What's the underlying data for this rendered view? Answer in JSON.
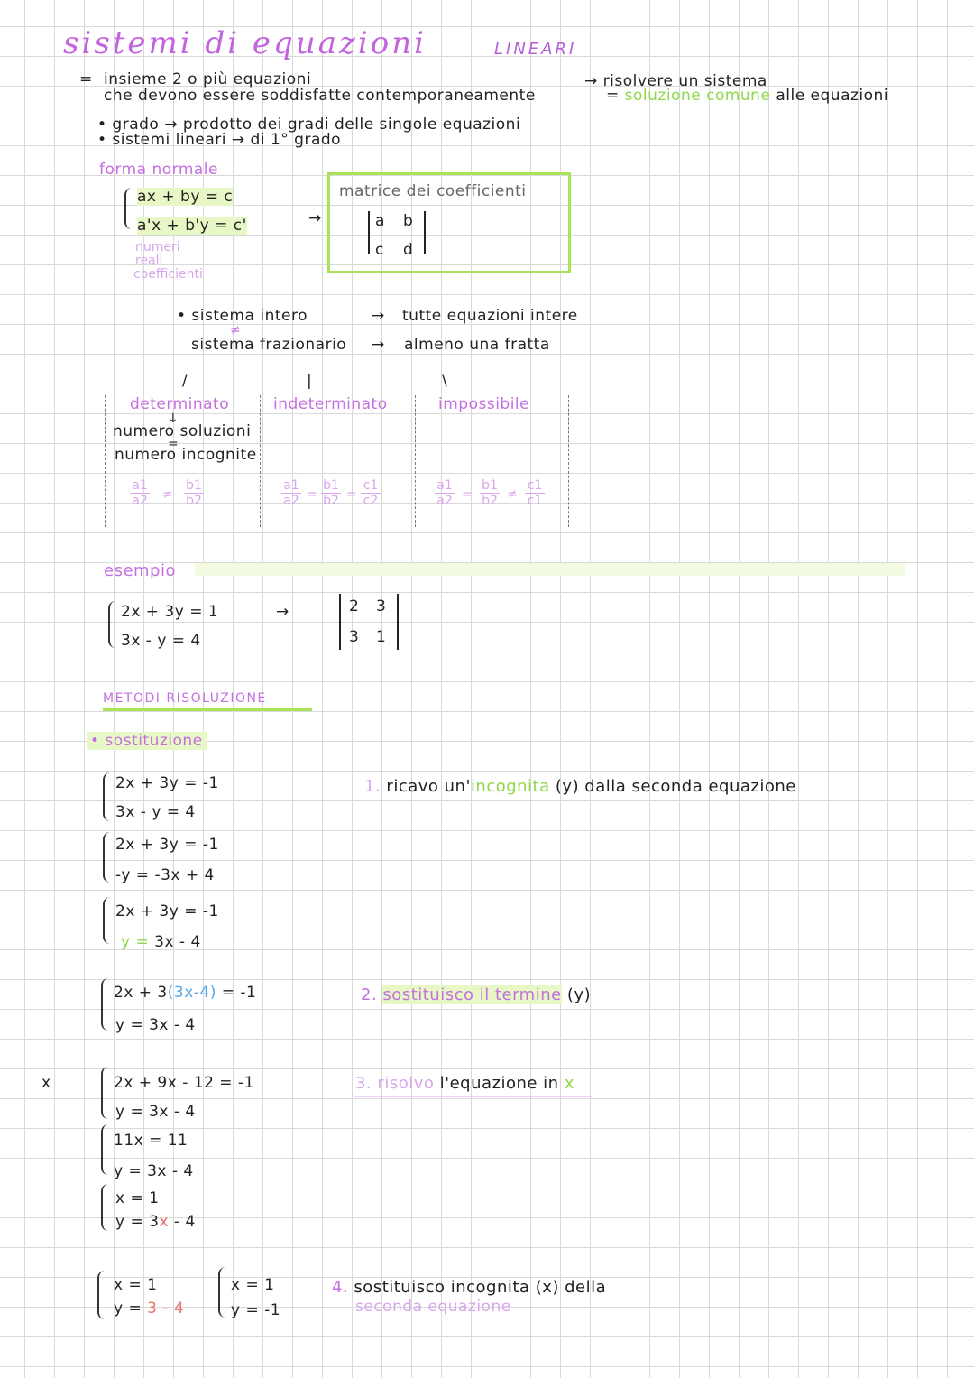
{
  "title": "sistemi di equazioni",
  "title_sub": "LINEARI",
  "intro": {
    "bullet": "=",
    "line1": "insieme 2 o più equazioni",
    "line2": "che devono essere soddisfatte contemporaneamente",
    "right1": "→ risolvere un sistema",
    "right2_pre": "=",
    "right2_green": "soluzione comune",
    "right2_post": "alle equazioni"
  },
  "grado": {
    "line1": "• grado → prodotto dei gradi delle singole equazioni",
    "line2": "• sistemi lineari → di 1° grado"
  },
  "forma_normale": {
    "label": "forma normale",
    "eq1": "ax + by = c",
    "eq2": "a'x + b'y = c'",
    "note1": "numeri",
    "note2": "reali",
    "note3": "coefficienti",
    "arrow": "→",
    "matrix_title": "matrice dei coefficienti",
    "matrix": [
      "a",
      "b",
      "c",
      "d"
    ]
  },
  "tipi": {
    "intero": "• sistema intero",
    "intero_desc": "tutte equazioni intere",
    "neq": "≠",
    "fraz": "sistema frazionario",
    "fraz_desc": "almeno una fratta",
    "arrow": "→",
    "branch_left": "/",
    "branch_mid": "|",
    "branch_right": "\\"
  },
  "classi": {
    "det": "determinato",
    "det_down": "↓",
    "det_l1": "numero soluzioni",
    "det_eq": "=",
    "det_l2": "numero incognite",
    "indet": "indeterminato",
    "imposs": "impossibile",
    "det_frac": {
      "n1": "a1",
      "d1": "a2",
      "op": "≠",
      "n2": "b1",
      "d2": "b2"
    },
    "indet_frac": {
      "n1": "a1",
      "d1": "a2",
      "op1": "=",
      "n2": "b1",
      "d2": "b2",
      "op2": "=",
      "n3": "c1",
      "d3": "c2"
    },
    "imposs_frac": {
      "n1": "a1",
      "d1": "a2",
      "op1": "=",
      "n2": "b1",
      "d2": "b2",
      "op2": "≠",
      "n3": "c1",
      "d3": "c1"
    }
  },
  "esempio": {
    "label": "esempio",
    "eq1": "2x + 3y = 1",
    "eq2": "3x - y = 4",
    "arrow": "→",
    "matrix": [
      "2",
      "3",
      "3",
      "1"
    ]
  },
  "metodi": {
    "label": "METODI RISOLUZIONE",
    "sost": "• sostituzione"
  },
  "passi": {
    "s1": {
      "a": "2x + 3y = -1",
      "b": "3x - y = 4"
    },
    "s2": {
      "a": "2x + 3y = -1",
      "b": "-y = -3x + 4"
    },
    "s3": {
      "a": "2x + 3y = -1",
      "b_green": "y =",
      "b": "3x - 4"
    },
    "s4": {
      "a_pre": "2x + 3",
      "a_blue": "(3x-4)",
      "a_post": "= -1",
      "b": "y = 3x - 4"
    },
    "s5": {
      "a": "2x + 9x - 12 = -1",
      "b": "y = 3x - 4"
    },
    "s6": {
      "a": "11x = 11",
      "b": "y = 3x - 4"
    },
    "s7": {
      "a": "x = 1",
      "b_pre": "y = 3",
      "b_red": "x",
      "b_post": "- 4"
    },
    "s8": {
      "a": "x = 1",
      "b_pre": "y =",
      "b_red": "3 - 4"
    },
    "s9": {
      "a": "x = 1",
      "b": "y = -1"
    },
    "cross": "x"
  },
  "istruzioni": {
    "i1_num": "1.",
    "i1_pre": "ricavo un'",
    "i1_green": "incognita",
    "i1_post": "(y) dalla seconda equazione",
    "i2_num": "2.",
    "i2_green": "sostituisco il termine",
    "i2_post": "(y)",
    "i3_num": "3.",
    "i3_purple": "risolvo",
    "i3_mid": "l'equazione in",
    "i3_green": "x",
    "i4_num": "4.",
    "i4_l1": "sostituisco incognita (x) della",
    "i4_l2": "seconda equazione"
  },
  "colors": {
    "purple": "#c46fe0",
    "green": "#a8e35a",
    "light_purple": "#d8a6ec",
    "red": "#e8736f",
    "blue": "#5aa8e8"
  }
}
